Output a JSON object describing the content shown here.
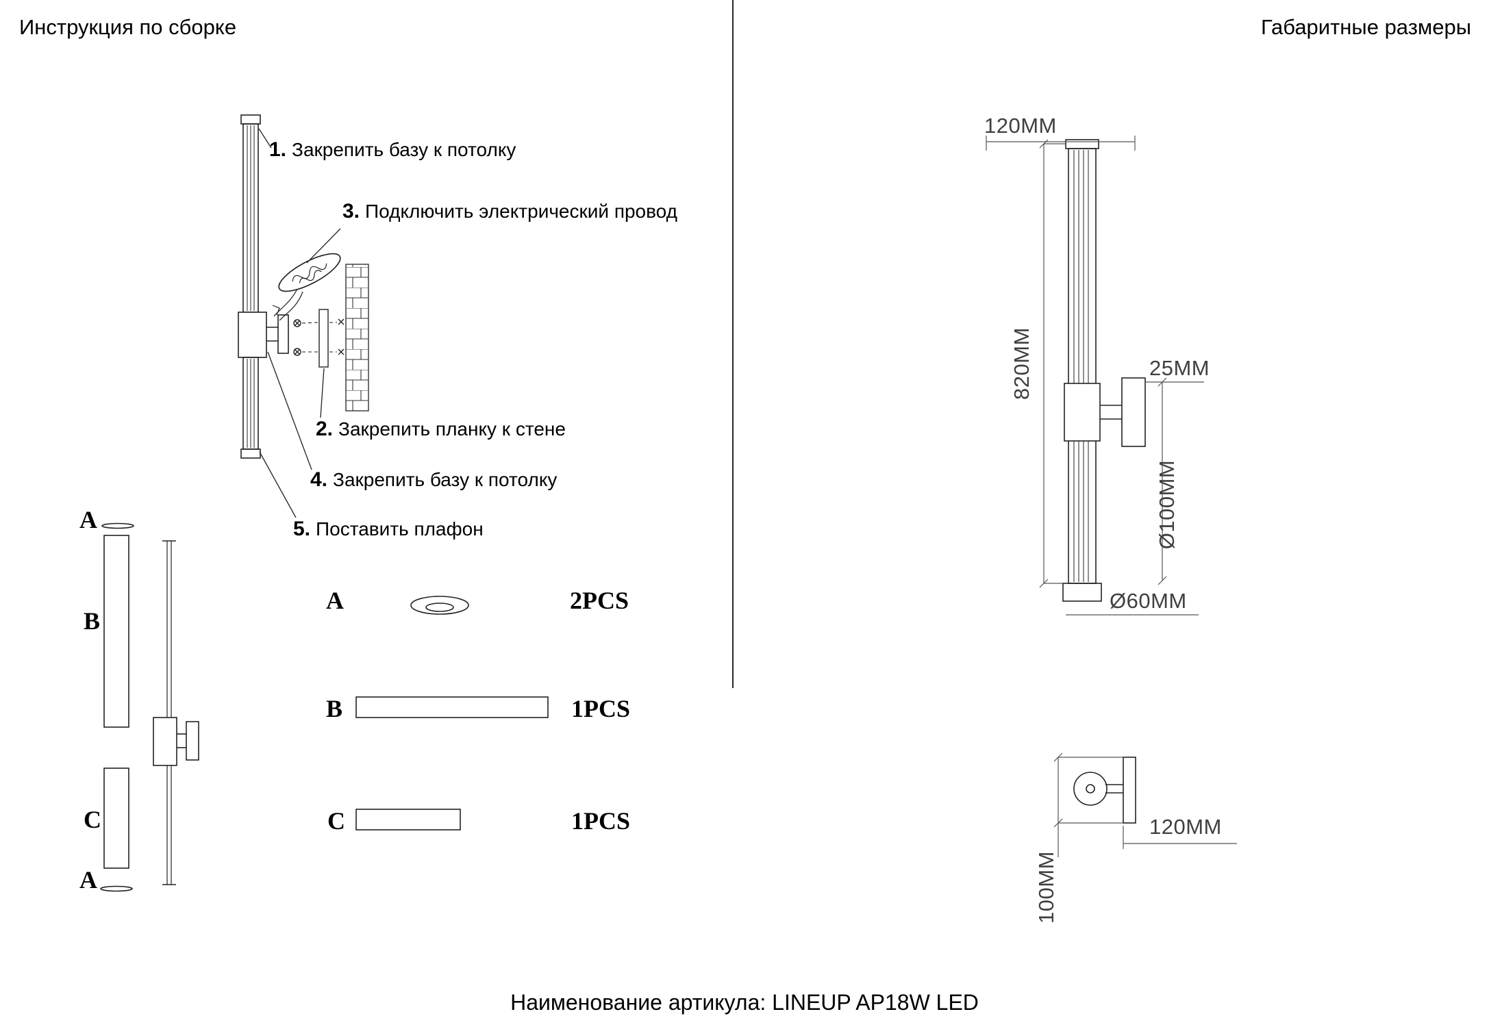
{
  "page": {
    "left_header": "Инструкция по сборке",
    "right_header": "Габаритные размеры",
    "footer": "Наименование артикула: LINEUP AP18W LED"
  },
  "steps": [
    {
      "num": "1.",
      "text": "Закрепить базу к потолку"
    },
    {
      "num": "3.",
      "text": "Подключить электрический провод"
    },
    {
      "num": "2.",
      "text": "Закрепить планку к стене"
    },
    {
      "num": "4.",
      "text": "Закрепить базу к потолку"
    },
    {
      "num": "5.",
      "text": "Поставить плафон"
    }
  ],
  "exploded": {
    "label_top": "A",
    "label_b": "B",
    "label_c": "C",
    "label_bottom": "A"
  },
  "parts": [
    {
      "label": "A",
      "qty": "2PCS"
    },
    {
      "label": "B",
      "qty": "1PCS"
    },
    {
      "label": "C",
      "qty": "1PCS"
    }
  ],
  "dimensions": {
    "top_width": "120MM",
    "height": "820MM",
    "arm_length": "25MM",
    "plate_diameter": "Ø100MM",
    "tube_diameter": "Ø60MM",
    "bottom_depth": "100MM",
    "bottom_width": "120MM"
  }
}
